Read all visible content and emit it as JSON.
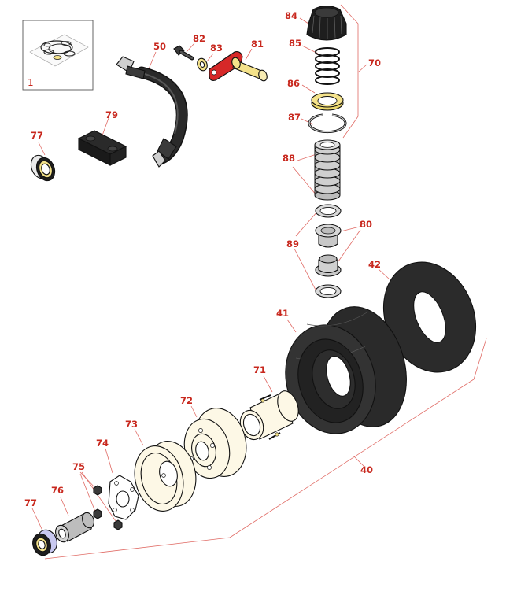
{
  "colors": {
    "callout": "#c8281e",
    "leader": "#e06a64",
    "tire": "#2b2b2b",
    "rim": "#fdf8e6",
    "bracket": "#d62828",
    "brass": "#f4e28a",
    "steel": "#cfcfcf"
  },
  "inset": {
    "number": "1"
  },
  "callouts": [
    {
      "id": "c84",
      "text": "84"
    },
    {
      "id": "c85",
      "text": "85"
    },
    {
      "id": "c70",
      "text": "70"
    },
    {
      "id": "c86",
      "text": "86"
    },
    {
      "id": "c87",
      "text": "87"
    },
    {
      "id": "c88",
      "text": "88"
    },
    {
      "id": "c80",
      "text": "80"
    },
    {
      "id": "c89",
      "text": "89"
    },
    {
      "id": "c42",
      "text": "42"
    },
    {
      "id": "c41",
      "text": "41"
    },
    {
      "id": "c71",
      "text": "71"
    },
    {
      "id": "c72",
      "text": "72"
    },
    {
      "id": "c73",
      "text": "73"
    },
    {
      "id": "c74",
      "text": "74"
    },
    {
      "id": "c75",
      "text": "75"
    },
    {
      "id": "c76",
      "text": "76"
    },
    {
      "id": "c77b",
      "text": "77"
    },
    {
      "id": "c40",
      "text": "40"
    },
    {
      "id": "c77a",
      "text": "77"
    },
    {
      "id": "c79",
      "text": "79"
    },
    {
      "id": "c50",
      "text": "50"
    },
    {
      "id": "c82",
      "text": "82"
    },
    {
      "id": "c83",
      "text": "83"
    },
    {
      "id": "c81",
      "text": "81"
    }
  ]
}
